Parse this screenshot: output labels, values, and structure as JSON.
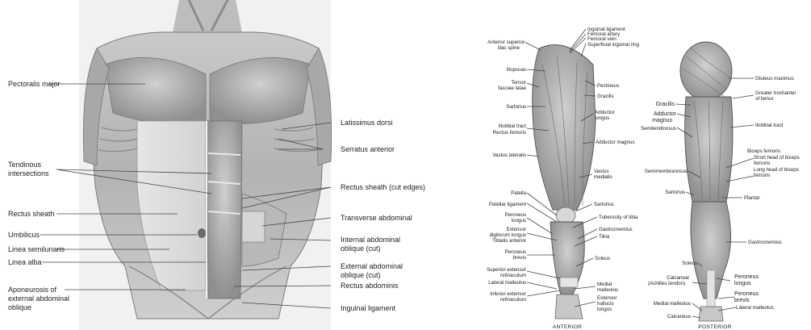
{
  "torso": {
    "left_labels": [
      "Pectoralis major",
      "Tendinous",
      "intersections",
      "Rectus sheath",
      "Umbilicus",
      "Linea semilunaris",
      "Linea alba",
      "Aponeurosis of",
      "external abdominal",
      "oblique"
    ],
    "right_labels": [
      "Latissimus dorsi",
      "Serratus anterior",
      "Rectus sheath (cut edges)",
      "Transverse abdominal",
      "Internal abdominal",
      "oblique (cut)",
      "External abdominal",
      "oblique (cut)",
      "Rectus abdominis",
      "Inguinal ligament"
    ]
  },
  "anterior_leg": {
    "caption": "ANTERIOR",
    "left_labels": [
      "Anterior superior",
      "iliac spine",
      "Iliopsoas",
      "Tensor",
      "fasciae latae",
      "Sartorius",
      "Iliotibial tract",
      "Rectus femoris",
      "Vastus lateralis",
      "Patella",
      "Patellar ligament",
      "Peroneus",
      "longus",
      "Extensor",
      "digitorum longus",
      "Tibialis anterior",
      "Peroneus",
      "brevis",
      "Superior extensor",
      "retinaculum",
      "Lateral malleolus",
      "Inferior extensor",
      "retinaculum"
    ],
    "right_labels": [
      "Inguinal ligament",
      "Femoral artery",
      "Femoral vein",
      "Superficial inguinal ring",
      "Pectineus",
      "Gracilis",
      "Adductor",
      "longus",
      "Adductor magnus",
      "Vastus",
      "medialis",
      "Sartorius",
      "Tuberosity of tibia",
      "Gastrocnemius",
      "Tibia",
      "Soleus",
      "Medial",
      "malleolus",
      "Extensor",
      "hallucis",
      "longus"
    ]
  },
  "posterior_leg": {
    "caption": "POSTERIOR",
    "left_labels": [
      "Gracilis",
      "Adductor",
      "magnus",
      "Semitendinosus",
      "Semimembranosus",
      "Sartorius",
      "Soleus",
      "Calcaneal",
      "(Achilles tendon)",
      "Medial malleolus",
      "Calcaneus"
    ],
    "right_labels": [
      "Gluteus maximus",
      "Greater trochanter",
      "of femur",
      "Iliotibial tract",
      "Biceps femoris:",
      "Short head of biceps",
      "femoris",
      "Long head of biceps",
      "femoris",
      "Plantar",
      "Gastrocnemius",
      "Peroneus",
      "longus",
      "Peroneus",
      "brevis",
      "Lateral malleolus"
    ]
  }
}
